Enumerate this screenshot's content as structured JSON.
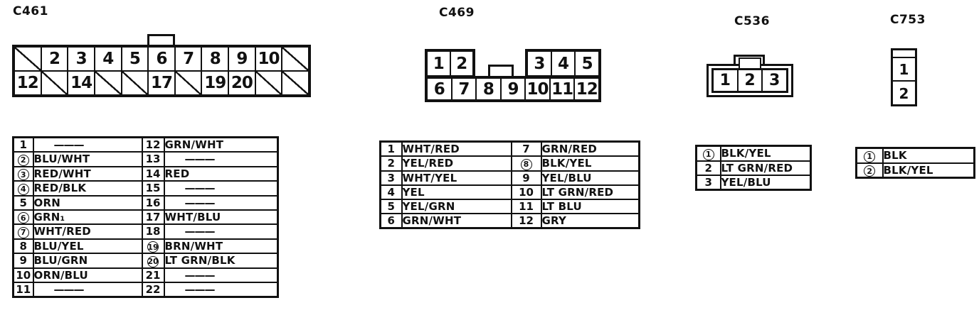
{
  "palette": {
    "ink": "#111111",
    "paper": "#ffffff"
  },
  "connectors": {
    "c461": {
      "label": "C461",
      "pins_top": [
        "",
        "2",
        "3",
        "4",
        "5",
        "6",
        "7",
        "8",
        "9",
        "10",
        ""
      ],
      "pins_bottom": [
        "12",
        "",
        "14",
        "",
        "",
        "17",
        "",
        "19",
        "20",
        "",
        ""
      ],
      "rows": [
        {
          "lp": "1",
          "lc": false,
          "lw": "———",
          "rp": "12",
          "rc": false,
          "rw": "GRN/WHT"
        },
        {
          "lp": "2",
          "lc": true,
          "lw": "BLU/WHT",
          "rp": "13",
          "rc": false,
          "rw": "———"
        },
        {
          "lp": "3",
          "lc": true,
          "lw": "RED/WHT",
          "rp": "14",
          "rc": false,
          "rw": "RED"
        },
        {
          "lp": "4",
          "lc": true,
          "lw": "RED/BLK",
          "rp": "15",
          "rc": false,
          "rw": "———"
        },
        {
          "lp": "5",
          "lc": false,
          "lw": "ORN",
          "rp": "16",
          "rc": false,
          "rw": "———"
        },
        {
          "lp": "6",
          "lc": true,
          "lw": "GRN₁",
          "rp": "17",
          "rc": false,
          "rw": "WHT/BLU"
        },
        {
          "lp": "7",
          "lc": true,
          "lw": "WHT/RED",
          "rp": "18",
          "rc": false,
          "rw": "———"
        },
        {
          "lp": "8",
          "lc": false,
          "lw": "BLU/YEL",
          "rp": "19",
          "rc": true,
          "rw": "BRN/WHT"
        },
        {
          "lp": "9",
          "lc": false,
          "lw": "BLU/GRN",
          "rp": "20",
          "rc": true,
          "rw": "LT GRN/BLK"
        },
        {
          "lp": "10",
          "lc": false,
          "lw": "ORN/BLU",
          "rp": "21",
          "rc": false,
          "rw": "———"
        },
        {
          "lp": "11",
          "lc": false,
          "lw": "———",
          "rp": "22",
          "rc": false,
          "rw": "———"
        }
      ]
    },
    "c469": {
      "label": "C469",
      "pins_top_left": [
        "1",
        "2"
      ],
      "pins_top_right": [
        "3",
        "4",
        "5"
      ],
      "pins_bottom": [
        "6",
        "7",
        "8",
        "9",
        "10",
        "11",
        "12"
      ],
      "rows": [
        {
          "lp": "1",
          "lc": false,
          "lw": "WHT/RED",
          "rp": "7",
          "rc": false,
          "rw": "GRN/RED"
        },
        {
          "lp": "2",
          "lc": false,
          "lw": "YEL/RED",
          "rp": "8",
          "rc": true,
          "rw": "BLK/YEL"
        },
        {
          "lp": "3",
          "lc": false,
          "lw": "WHT/YEL",
          "rp": "9",
          "rc": false,
          "rw": "YEL/BLU"
        },
        {
          "lp": "4",
          "lc": false,
          "lw": "YEL",
          "rp": "10",
          "rc": false,
          "rw": "LT GRN/RED"
        },
        {
          "lp": "5",
          "lc": false,
          "lw": "YEL/GRN",
          "rp": "11",
          "rc": false,
          "rw": "LT BLU"
        },
        {
          "lp": "6",
          "lc": false,
          "lw": "GRN/WHT",
          "rp": "12",
          "rc": false,
          "rw": "GRY"
        }
      ]
    },
    "c536": {
      "label": "C536",
      "pins": [
        "1",
        "2",
        "3"
      ],
      "rows": [
        {
          "p": "1",
          "c": true,
          "w": "BLK/YEL"
        },
        {
          "p": "2",
          "c": false,
          "w": "LT GRN/RED"
        },
        {
          "p": "3",
          "c": false,
          "w": "YEL/BLU"
        }
      ]
    },
    "c753": {
      "label": "C753",
      "pins": [
        "1",
        "2"
      ],
      "rows": [
        {
          "p": "1",
          "c": true,
          "w": "BLK"
        },
        {
          "p": "2",
          "c": true,
          "w": "BLK/YEL"
        }
      ]
    }
  }
}
